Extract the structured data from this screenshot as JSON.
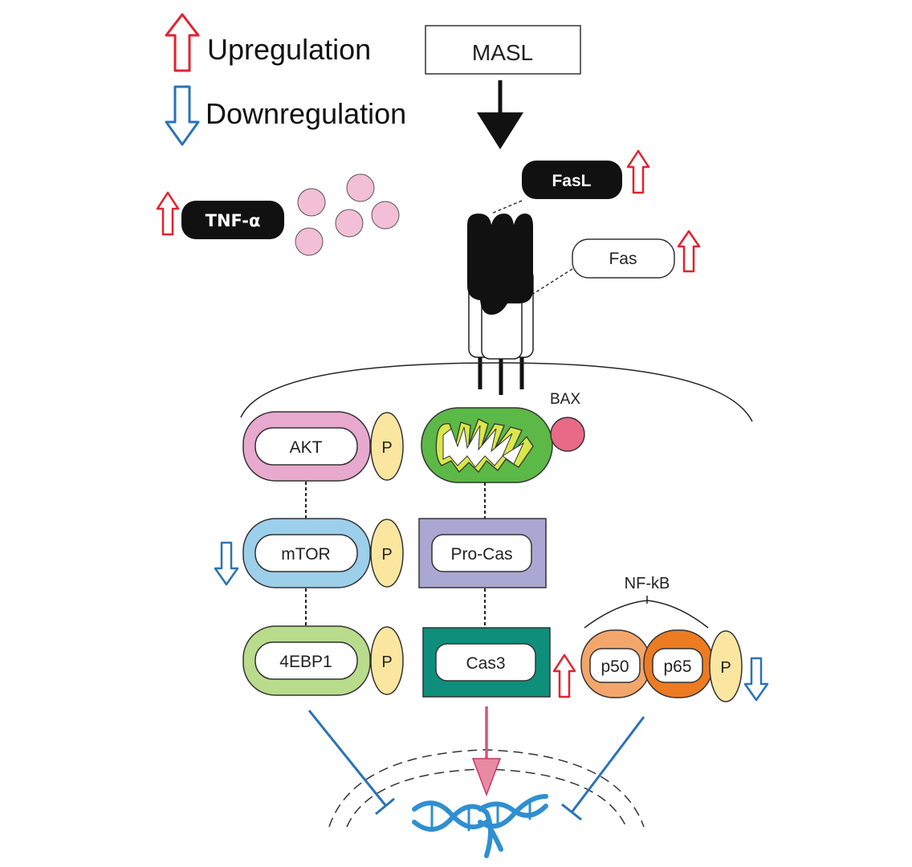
{
  "legend": {
    "up_label": "Upregulation",
    "down_label": "Downregulation"
  },
  "nodes": {
    "masl": "MASL",
    "fasl": "FasL",
    "fas": "Fas",
    "tnf": "TNF-α",
    "bax": "BAX",
    "akt": "AKT",
    "mtor": "mTOR",
    "ebp1": "4EBP1",
    "procas": "Pro-Cas",
    "cas3": "Cas3",
    "nfkb": "NF-kB",
    "p50": "p50",
    "p65": "p65",
    "phospho": "P"
  },
  "colors": {
    "up_arrow": "#e0232f",
    "down_arrow": "#2a73b8",
    "akt": "#e8a9cf",
    "mtor": "#9ccfea",
    "ebp1": "#b9dc8c",
    "phospho": "#fbe6a0",
    "procas": "#aaa7d2",
    "cas3": "#0d8f7b",
    "p50": "#f3a66b",
    "p65": "#ec7b22",
    "tnf_dots": "#f3bfd6",
    "bax": "#e86a86",
    "mito_outer": "#5cb847",
    "mito_inner": "#d8e84b",
    "cas3_arrow": "#d9547a",
    "dna": "#2f8fd0"
  }
}
